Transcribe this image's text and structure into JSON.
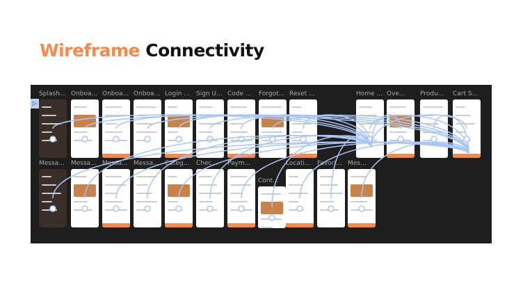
{
  "title": {
    "part1": "Wireframe",
    "part2": "Connectivity"
  },
  "colors": {
    "accent": "#f58a4b",
    "link": "#a9c6f5",
    "canvas": "#1e1e1e"
  },
  "frames_row1": [
    "Splash...",
    "Onboa...",
    "Onboa...",
    "Onboa...",
    "Login ...",
    "Sign U...",
    "Code ...",
    "Forgot...",
    "Reset ...",
    "Home ...",
    "Ove...",
    "Produ...",
    "Cart S..."
  ],
  "frames_row2": [
    "Messa...",
    "Messa...",
    "Messa...",
    "Messa...",
    "Categ...",
    "Chec...",
    "Paym...",
    "Cont...",
    "Locati...",
    "Favori...",
    "Mes..."
  ]
}
